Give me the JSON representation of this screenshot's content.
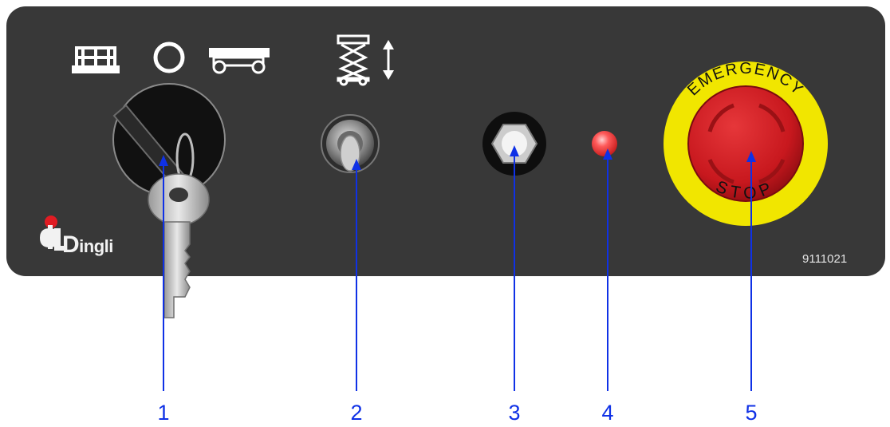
{
  "brand": {
    "initial": "D",
    "rest": "ingli"
  },
  "panel": {
    "part_number": "9111021"
  },
  "emergency_stop": {
    "top_text": "EMERGENCY",
    "bottom_text": "STOP"
  },
  "callouts": [
    "1",
    "2",
    "3",
    "4",
    "5"
  ],
  "icons": {
    "key_switch_positions": [
      "platform-icon",
      "off-circle-icon",
      "chassis-icon"
    ],
    "toggle_function": "scissor-lift-up-down-icon"
  },
  "colors": {
    "panel": "#383838",
    "callout": "#0f31e6",
    "estop_red": "#c8181e",
    "estop_yellow": "#f1e600",
    "indicator": "#ff4a4a"
  }
}
